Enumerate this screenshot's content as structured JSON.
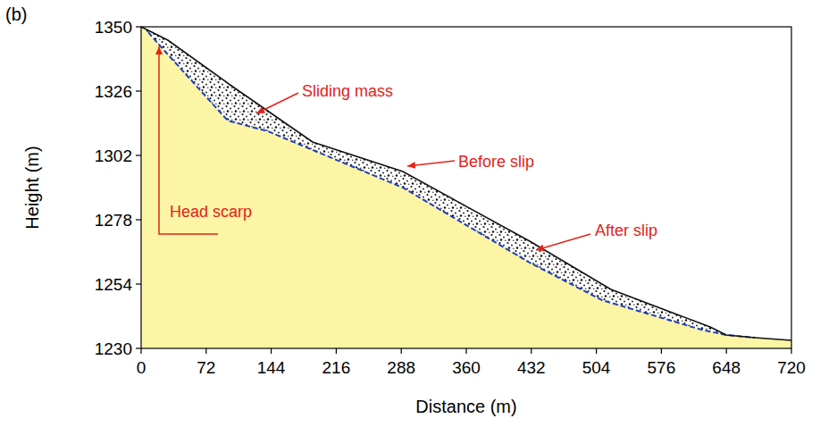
{
  "diagram": {
    "labels": [
      "(b)",
      "Sliding mass",
      "Before slip",
      "Head scarp",
      "After slip",
      "Height (m)",
      "Distance (m)",
      "1350",
      "1326",
      "1302",
      "1278",
      "1254",
      "1230",
      "0",
      "72",
      "144",
      "216",
      "288",
      "360",
      "432",
      "504",
      "576",
      "648",
      "720"
    ]
  }
}
